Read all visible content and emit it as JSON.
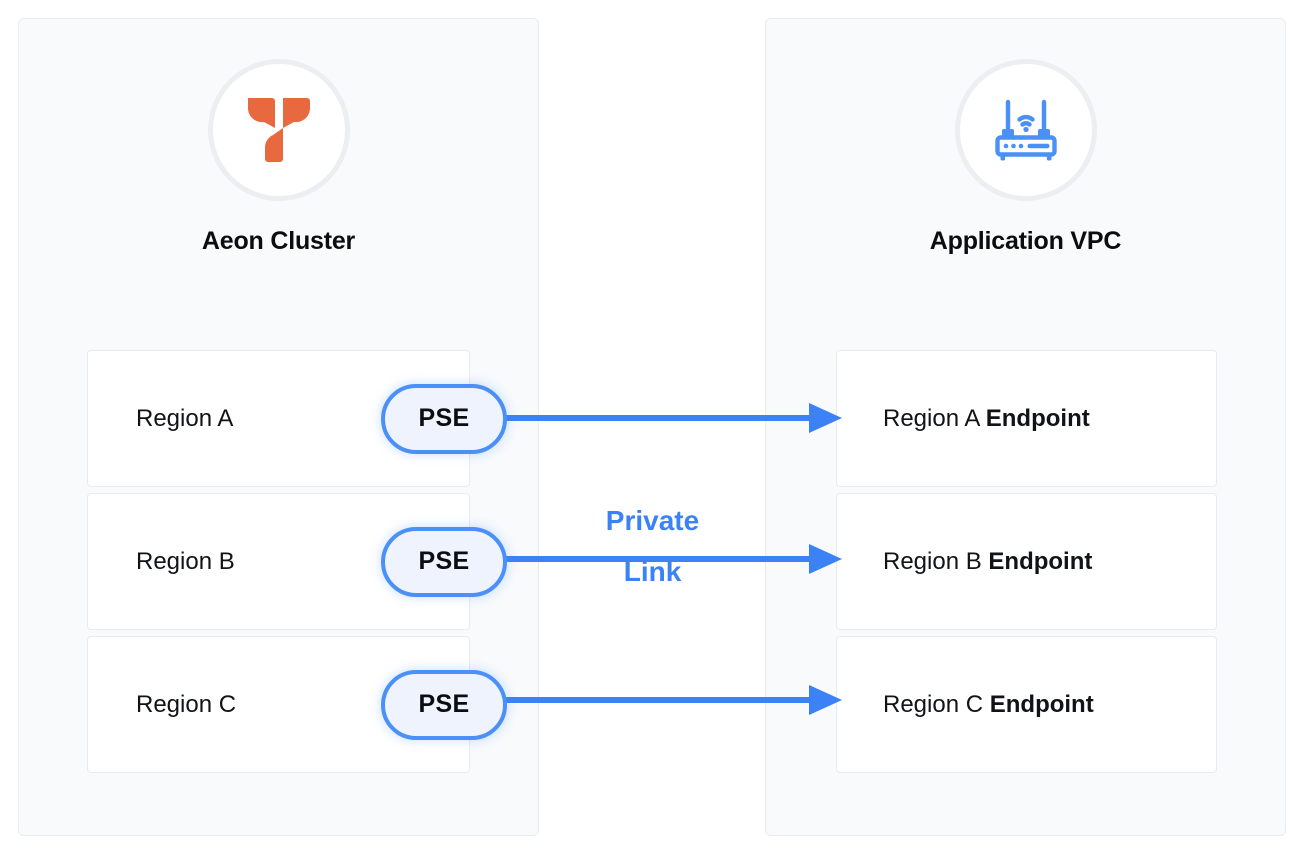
{
  "diagram": {
    "title_hidden": "",
    "accent_blue": "#3b82f6",
    "pse_fill": "#eef3fd",
    "logo_orange": "#e8693f",
    "panel_bg": "#f8fafc",
    "panel_border": "#e8ebf0"
  },
  "left_panel": {
    "icon_name": "aeon-logo-icon",
    "title": "Aeon Cluster",
    "rows": [
      {
        "label": "Region A",
        "node_label": "PSE"
      },
      {
        "label": "Region B",
        "node_label": "PSE"
      },
      {
        "label": "Region C",
        "node_label": "PSE"
      }
    ]
  },
  "right_panel": {
    "icon_name": "router-wifi-icon",
    "title": "Application VPC",
    "rows": [
      {
        "label_prefix": "Region A ",
        "label_bold": "Endpoint"
      },
      {
        "label_prefix": "Region B ",
        "label_bold": "Endpoint"
      },
      {
        "label_prefix": "Region C ",
        "label_bold": "Endpoint"
      }
    ]
  },
  "connection": {
    "caption_line1": "Private",
    "caption_line2": "Link",
    "arrow_style": "double-headed",
    "color": "#3b82f6"
  }
}
